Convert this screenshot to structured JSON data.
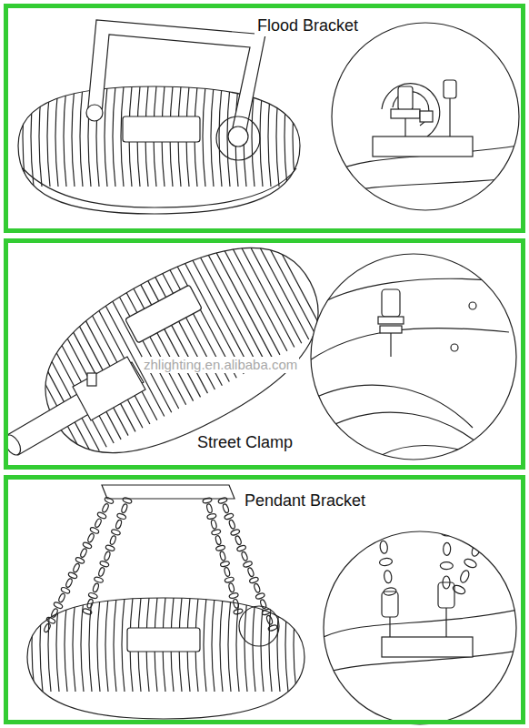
{
  "diagram": {
    "nodes": [
      {
        "text": [
          "Flood Bracket"
        ]
      },
      {
        "text": [
          "Street Clamp"
        ]
      },
      {
        "text": [
          "Pendant Bracket"
        ]
      }
    ],
    "labels": [
      "zhlighting.en.alibaba.com"
    ]
  }
}
